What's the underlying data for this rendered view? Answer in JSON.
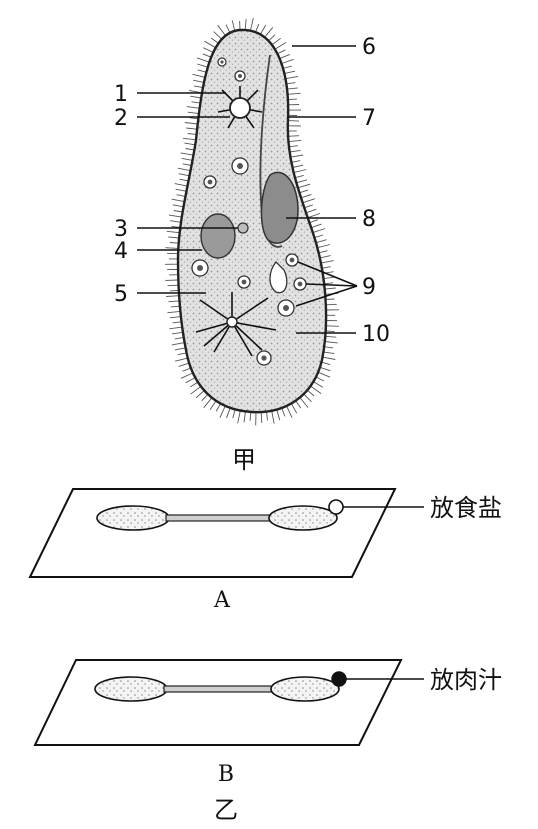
{
  "figure_jia": {
    "caption": "甲",
    "labels_left": [
      "1",
      "2",
      "3",
      "4",
      "5"
    ],
    "labels_right": [
      "6",
      "7",
      "8",
      "9",
      "10"
    ]
  },
  "figure_yi": {
    "caption": "乙",
    "slide_a": {
      "letter": "A",
      "note": "放食盐"
    },
    "slide_b": {
      "letter": "B",
      "note": "放肉汁"
    }
  }
}
